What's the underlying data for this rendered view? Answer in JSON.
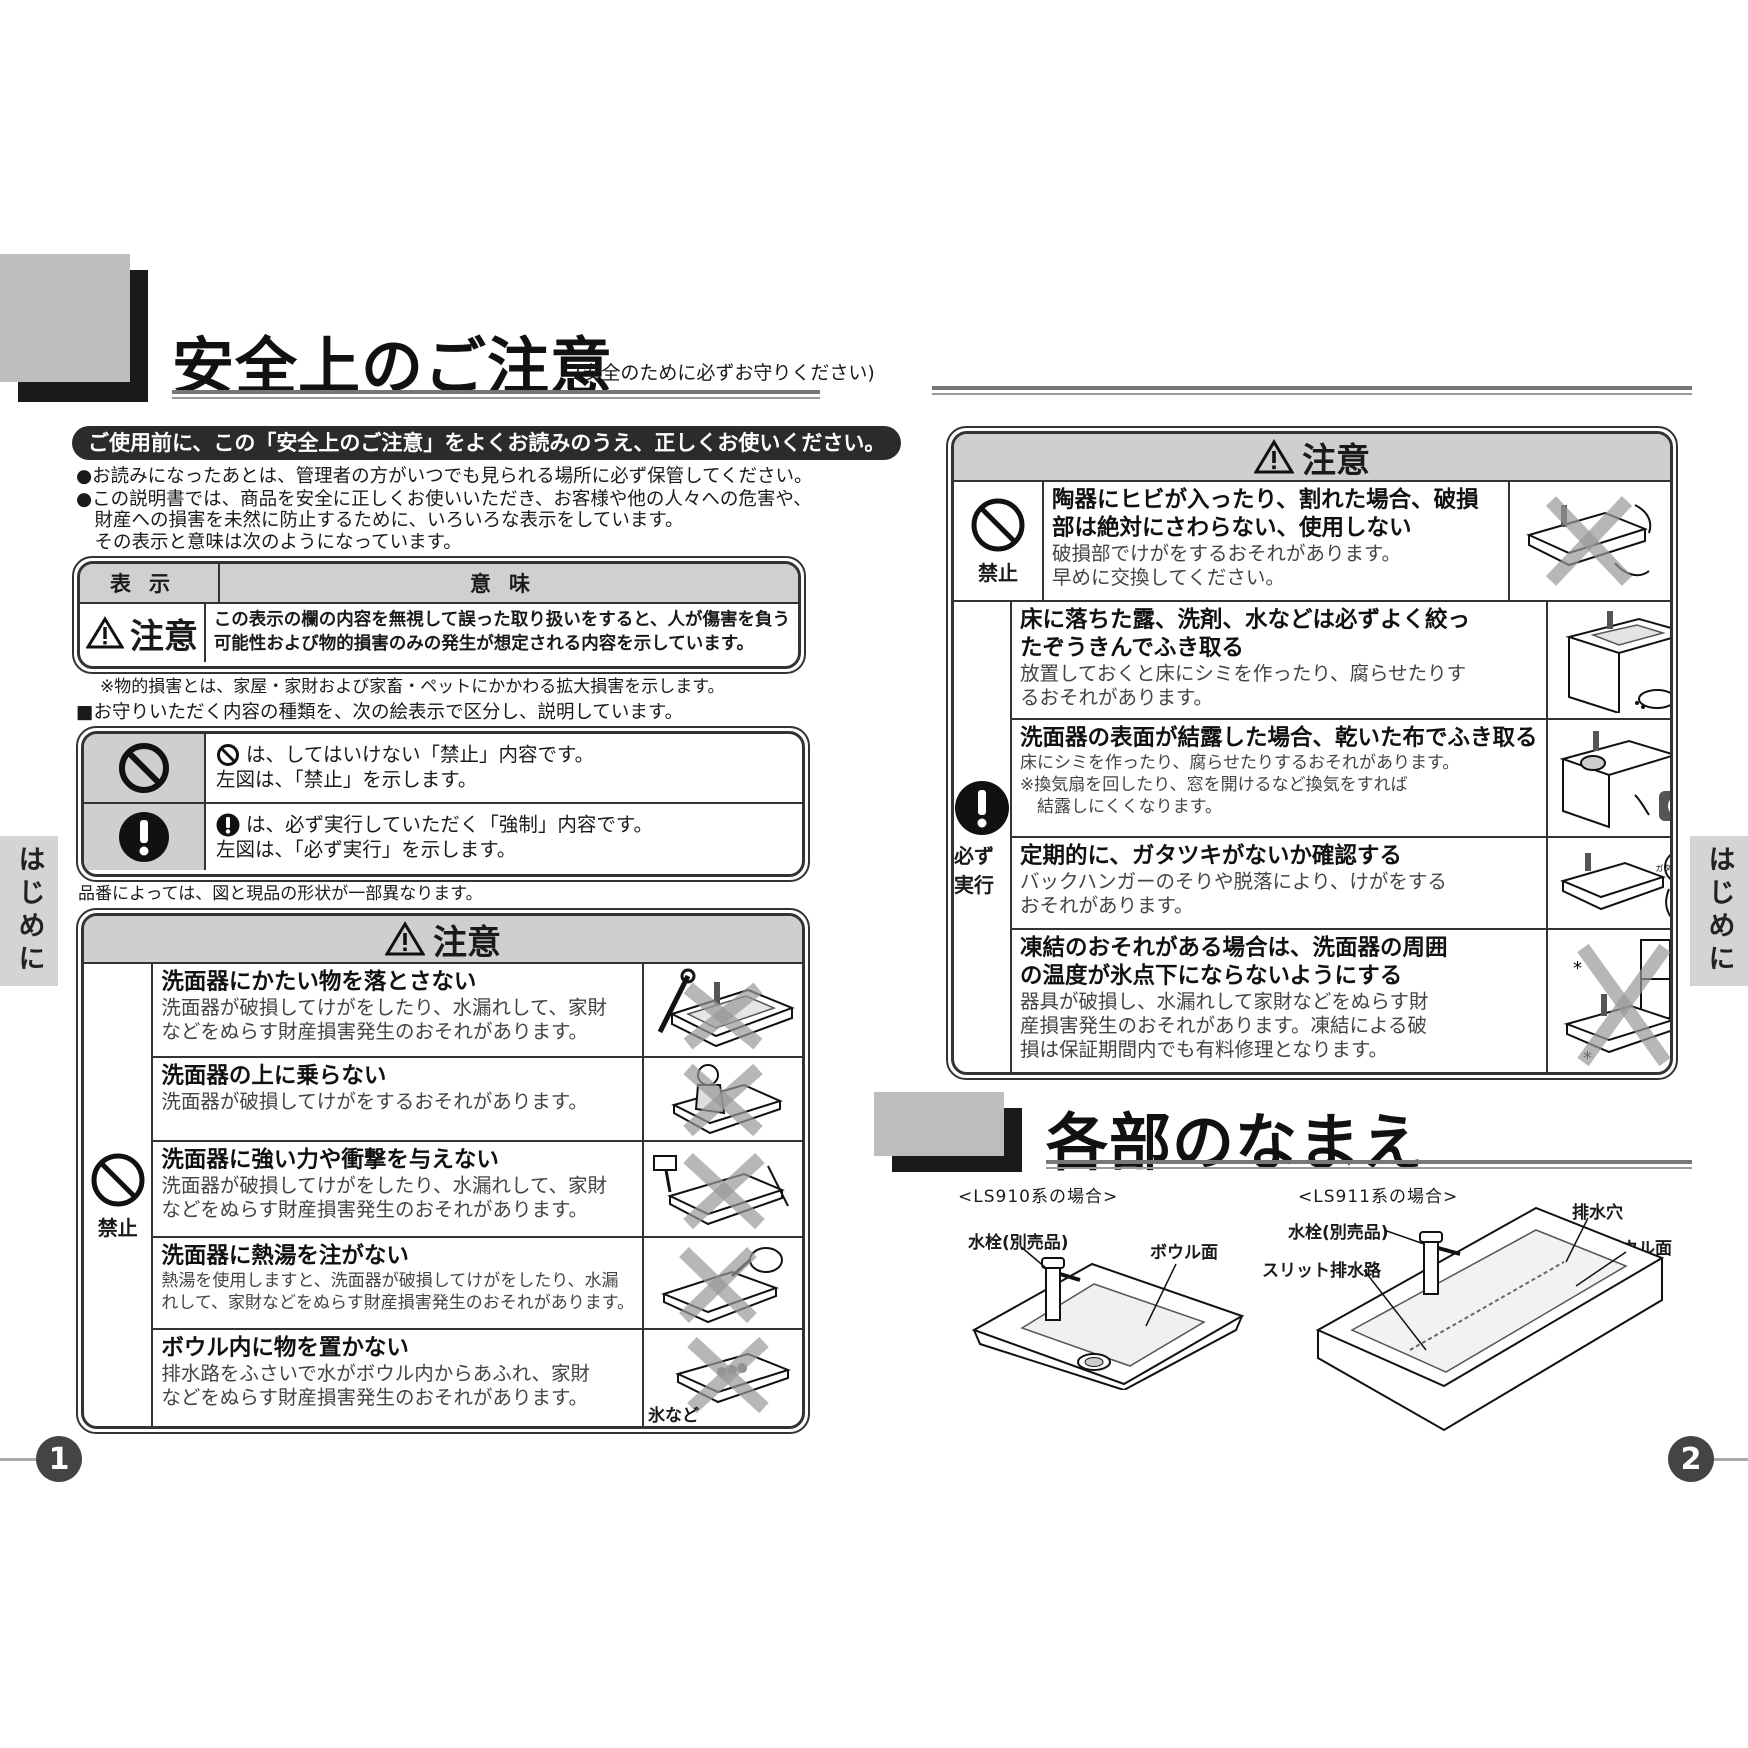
{
  "left": {
    "title": "安全上のご注意",
    "title_sub": "(安全のために必ずお守りください)",
    "intro_pill": "ご使用前に、この「安全上のご注意」をよくお読みのうえ、正しくお使いください。",
    "intro_lines": [
      "●お読みになったあとは、管理者の方がいつでも見られる場所に必ず保管してください。",
      "●この説明書では、商品を安全に正しくお使いいただき、お客様や他の人々への危害や、",
      "　財産への損害を未然に防止するために、いろいろな表示をしています。",
      "　その表示と意味は次のようになっています。"
    ],
    "legend": {
      "col_display": "表示",
      "col_meaning": "意味",
      "caution_label": "注意",
      "caution_desc_1": "この表示の欄の内容を無視して誤った取り扱いをすると、人が傷害を負う",
      "caution_desc_2": "可能性および物的損害のみの発生が想定される内容を示しています。"
    },
    "note_property": "※物的損害とは、家屋・家財および家畜・ペットにかかわる拡大損害を示します。",
    "note_types": "■お守りいただく内容の種類を、次の絵表示で区分し、説明しています。",
    "symbols": [
      {
        "line1": "は、してはいけない「禁止」内容です。",
        "line2": "左図は、「禁止」を示します。",
        "icon": "prohibit-icon"
      },
      {
        "line1": "は、必ず実行していただく「強制」内容です。",
        "line2": "左図は、「必ず実行」を示します。",
        "icon": "mandatory-icon"
      }
    ],
    "note_shape": "品番によっては、図と現品の形状が一部異なります。",
    "caution": {
      "header": "注意",
      "icon_label": "禁止",
      "items": [
        {
          "h": "洗面器にかたい物を落とさない",
          "d": [
            "洗面器が破損してけがをしたり、水漏れして、家財",
            "などをぬらす財産損害発生のおそれがあります。"
          ]
        },
        {
          "h": "洗面器の上に乗らない",
          "d": [
            "洗面器が破損してけがをするおそれがあります。"
          ]
        },
        {
          "h": "洗面器に強い力や衝撃を与えない",
          "d": [
            "洗面器が破損してけがをしたり、水漏れして、家財",
            "などをぬらす財産損害発生のおそれがあります。"
          ]
        },
        {
          "h": "洗面器に熱湯を注がない",
          "d": [
            "熱湯を使用しますと、洗面器が破損してけがをしたり、水漏",
            "れして、家財などをぬらす財産損害発生のおそれがあります。"
          ]
        },
        {
          "h": "ボウル内に物を置かない",
          "d": [
            "排水路をふさいで水がボウル内からあふれ、家財",
            "などをぬらす財産損害発生のおそれがあります。"
          ]
        }
      ],
      "ice_label": "氷など"
    },
    "side_tab": "はじめに",
    "page_number": "1"
  },
  "right": {
    "caution": {
      "header": "注意",
      "prohibit_label": "禁止",
      "mandatory_label": "必ず実行",
      "items": [
        {
          "h": [
            "陶器にヒビが入ったり、割れた場合、破損",
            "部は絶対にさわらない、使用しない"
          ],
          "d": [
            "破損部でけがをするおそれがあります。",
            "早めに交換してください。"
          ]
        },
        {
          "h": [
            "床に落ちた露、洗剤、水などは必ずよく絞っ",
            "たぞうきんでふき取る"
          ],
          "d": [
            "放置しておくと床にシミを作ったり、腐らせたりす",
            "るおそれがあります。"
          ]
        },
        {
          "h": [
            "洗面器の表面が結露した場合、乾いた布でふき取る"
          ],
          "d": [
            "床にシミを作ったり、腐らせたりするおそれがあります。",
            "※換気扇を回したり、窓を開けるなど換気をすれば",
            "　結露しにくくなります。"
          ]
        },
        {
          "h": [
            "定期的に、ガタツキがないか確認する"
          ],
          "d": [
            "バックハンガーのそりや脱落により、けがをする",
            "おそれがあります。"
          ]
        },
        {
          "h": [
            "凍結のおそれがある場合は、洗面器の周囲",
            "の温度が氷点下にならないようにする"
          ],
          "d": [
            "器具が破損し、水漏れして家財などをぬらす財",
            "産損害発生のおそれがあります。凍結による破",
            "損は保証期間内でも有料修理となります。"
          ]
        }
      ],
      "bubble_text": "ガタツキなし!"
    },
    "parts": {
      "title": "各部のなまえ",
      "ls910": {
        "caption": "<LS910系の場合>",
        "faucet": "水栓(別売品)",
        "bowl": "ボウル面"
      },
      "ls911": {
        "caption": "<LS911系の場合>",
        "faucet": "水栓(別売品)",
        "drain_hole": "排水穴",
        "bowl": "ボウル面",
        "slit": "スリット排水路"
      }
    },
    "side_tab": "はじめに",
    "page_number": "2"
  }
}
